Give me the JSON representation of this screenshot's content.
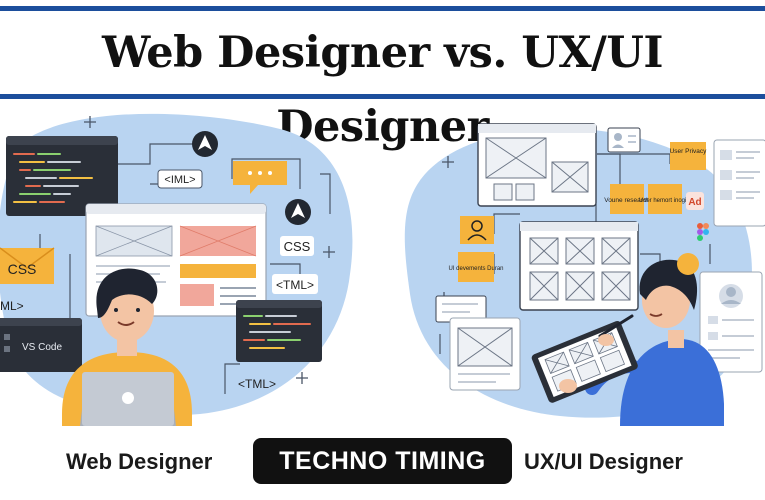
{
  "title": "Web Designer vs. UX/UI Designer",
  "captions": {
    "left": "Web Designer",
    "right": "UX/UI Designer"
  },
  "brand": "TECHNO TIMING",
  "left_labels": {
    "iml": "<IML>",
    "css_tag": "CSS",
    "tml_1": "<TML>",
    "css_box": "CSS",
    "ml": "ML>",
    "vscode": "VS Code",
    "tml_2": "<TML>"
  },
  "right_labels": {
    "user_privacy": "User Privacy",
    "ux_research": "Voune research",
    "user_insights": "User hemort inogits",
    "adobe": "Ad",
    "ui_documents": "UI devements Duran"
  },
  "colors": {
    "rule": "#1c4e9c",
    "blob": "#b9d4f1",
    "accent_orange": "#f5b33c",
    "badge": "#111111"
  }
}
